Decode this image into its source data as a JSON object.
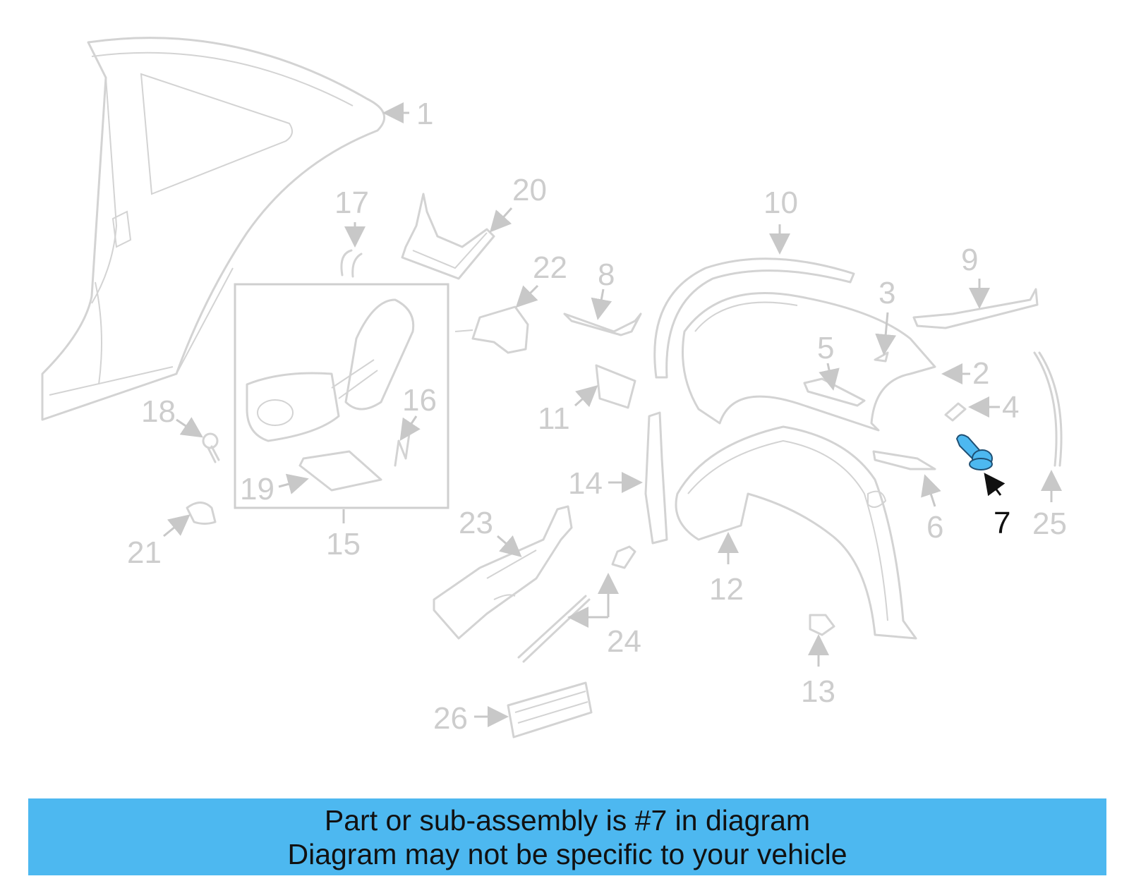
{
  "highlight_color": "#4db8f0",
  "caption_bar_color": "#4db8f0",
  "highlighted_part": "7",
  "callouts": [
    "1",
    "2",
    "3",
    "4",
    "5",
    "6",
    "7",
    "8",
    "9",
    "10",
    "11",
    "12",
    "13",
    "14",
    "15",
    "16",
    "17",
    "18",
    "19",
    "20",
    "21",
    "22",
    "23",
    "24",
    "25",
    "26"
  ],
  "caption": {
    "line1": "Part or sub-assembly is #7 in diagram",
    "line2": "Diagram may not be specific to your vehicle"
  }
}
